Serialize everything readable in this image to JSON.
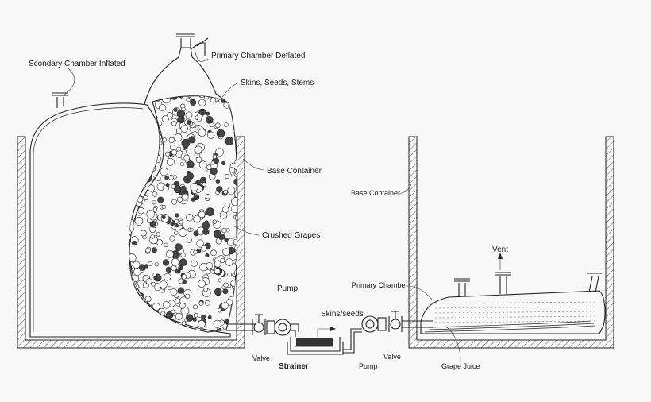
{
  "labels": {
    "secondary_chamber": "Scondary Chamber Inflated",
    "primary_chamber_deflated": "Primary Chamber Deflated",
    "skins_seeds_stems": "Skins, Seeds, Stems",
    "base_container_left": "Base Container",
    "crushed_grapes": "Crushed Grapes",
    "pump_left": "Pump",
    "valve_left": "Valve",
    "strainer": "Strainer",
    "skins_seeds": "Skins/seeds",
    "pump_right": "Pump",
    "valve_right": "Valve",
    "base_container_right": "Base Container",
    "vent": "Vent",
    "primary_chamber": "Primary Chamber",
    "grape_juice": "Grape Juice"
  },
  "colors": {
    "line": "#222222",
    "background": "#f8f8f8",
    "hatch": "#555555"
  }
}
